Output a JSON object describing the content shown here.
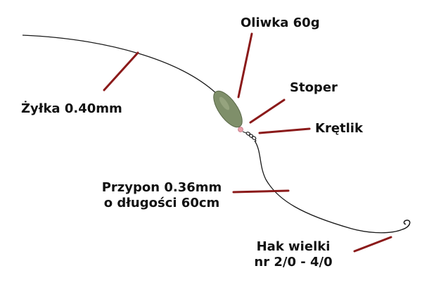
{
  "labels": {
    "sinker": "Oliwka 60g",
    "stopper": "Stoper",
    "swivel": "Krętlik",
    "main_line": "Żyłka 0.40mm",
    "leader_line1": "Przypon 0.36mm",
    "leader_line2": "o długości 60cm",
    "hook_line1": "Hak wielki",
    "hook_line2": "nr 2/0 - 4/0"
  },
  "colors": {
    "pointer": "#8b1a1a",
    "line": "#1a1a1a",
    "sinker": "#7f8f6a",
    "stopper": "#e8a0a8"
  }
}
